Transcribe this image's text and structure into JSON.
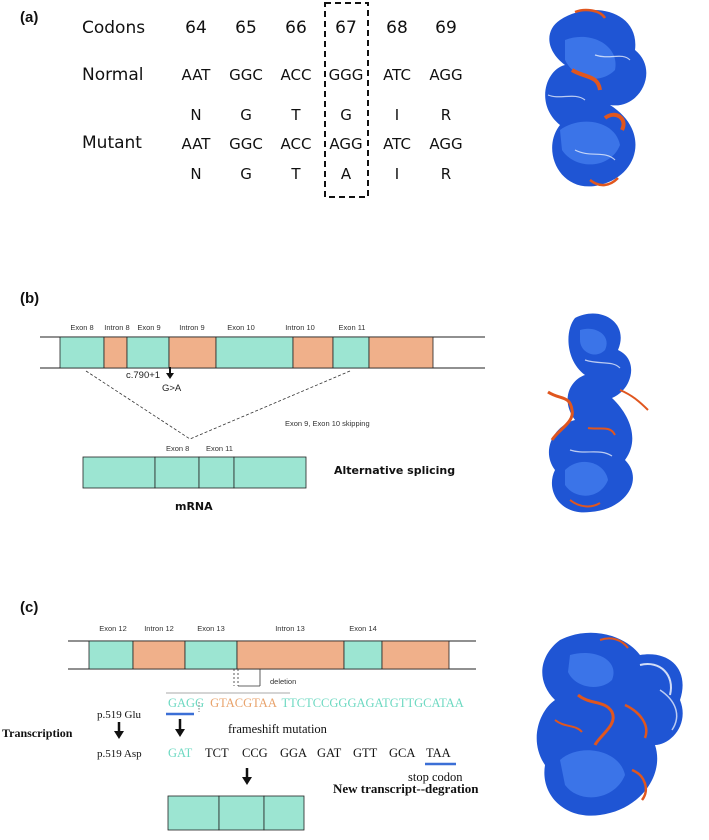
{
  "colors": {
    "exon": "#9ce5d2",
    "intron": "#f0b08a",
    "protein_blue": "#1f55d4",
    "protein_orange": "#e0561e",
    "seq_teal": "#6ed9c2",
    "seq_orange": "#e8a26b",
    "underline": "#3b6fd6"
  },
  "panel_a": {
    "label": "(a)",
    "row_labels": {
      "codons": "Codons",
      "normal": "Normal",
      "mutant": "Mutant"
    },
    "codons": [
      "64",
      "65",
      "66",
      "67",
      "68",
      "69"
    ],
    "normal_seq": [
      "AAT",
      "GGC",
      "ACC",
      "GGG",
      "ATC",
      "AGG"
    ],
    "normal_aa": [
      "N",
      "G",
      "T",
      "G",
      "I",
      "R"
    ],
    "mutant_seq": [
      "AAT",
      "GGC",
      "ACC",
      "AGG",
      "ATC",
      "AGG"
    ],
    "mutant_aa": [
      "N",
      "G",
      "T",
      "A",
      "I",
      "R"
    ]
  },
  "panel_b": {
    "label": "(b)",
    "segments": [
      "Exon 8",
      "Intron 8",
      "Exon 9",
      "Intron 9",
      "Exon 10",
      "Intron 10",
      "Exon 11"
    ],
    "mutation_pos": "c.790+1",
    "mutation_change": "G>A",
    "skipping_note": "Exon 9, Exon 10 skipping",
    "mrna_exons": [
      "Exon 8",
      "Exon 11"
    ],
    "mrna_label": "mRNA",
    "result_label": "Alternative splicing"
  },
  "panel_c": {
    "label": "(c)",
    "segments": [
      "Exon 12",
      "Intron 12",
      "Exon 13",
      "Intron 13",
      "Exon 14"
    ],
    "deletion_label": "deletion",
    "seq_part1": "GAGG",
    "seq_part2": "GTACGTAA",
    "seq_part3": "TTCTCCGGGAGATGTTGCATAA",
    "p_glu": "p.519 Glu",
    "p_asp": "p.519 Asp",
    "transcription": "Transcription",
    "frameshift": "frameshift mutation",
    "new_codons": [
      "GAT",
      "TCT",
      "CCG",
      "GGA",
      "GAT",
      "GTT",
      "GCA",
      "TAA"
    ],
    "stop_codon": "stop codon",
    "result_label": "New transcript--degration"
  }
}
